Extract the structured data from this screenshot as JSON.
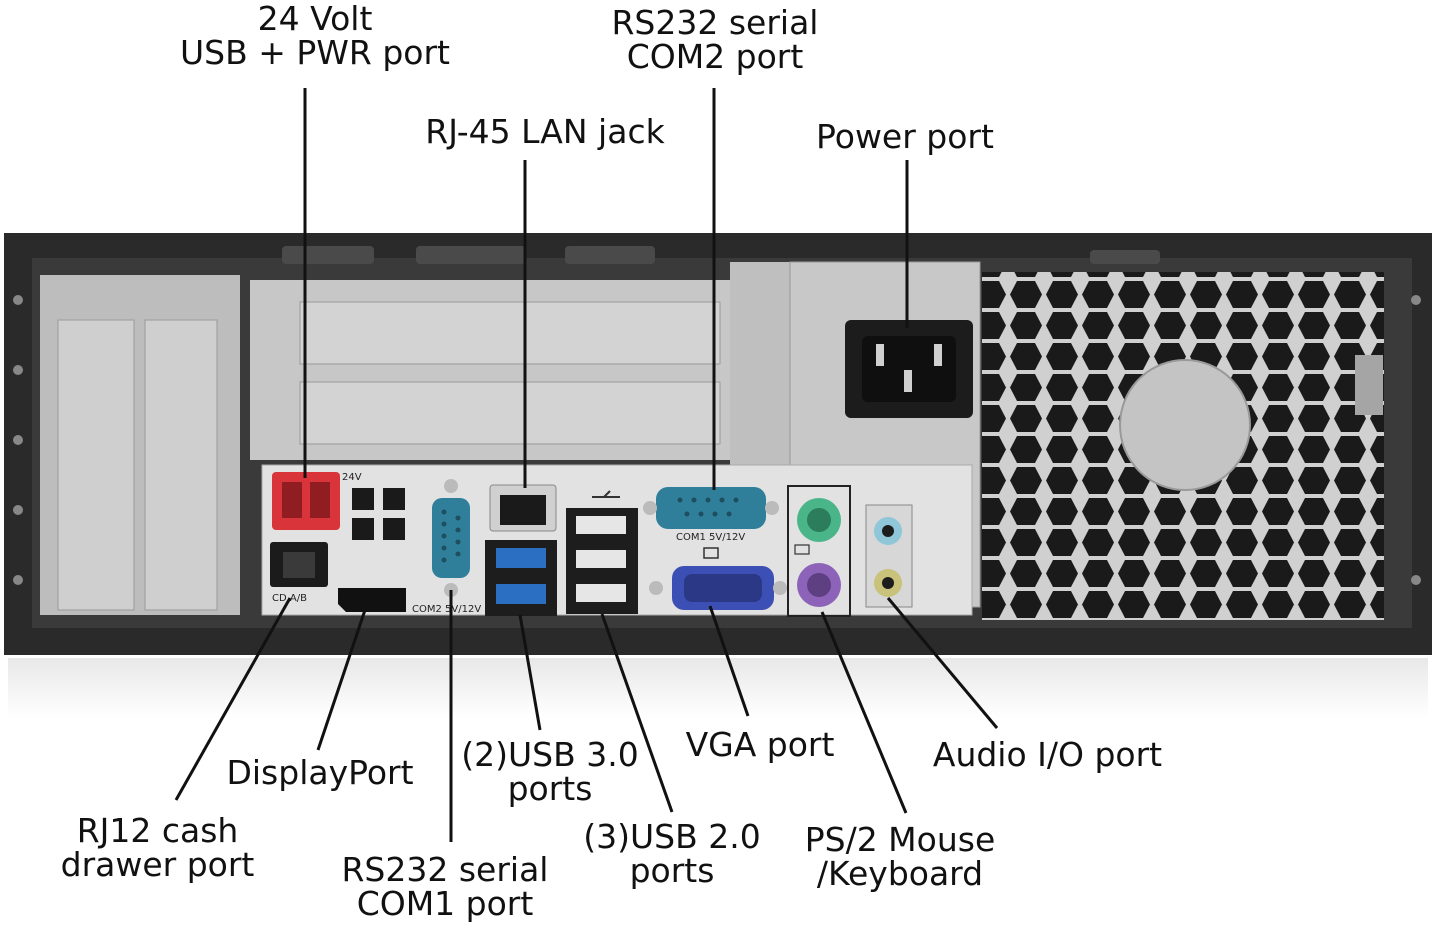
{
  "labels": {
    "usb_pwr": [
      "24 Volt",
      "USB + PWR port"
    ],
    "com2": [
      "RS232 serial",
      "COM2 port"
    ],
    "lan": [
      "RJ-45 LAN jack"
    ],
    "power": [
      "Power port"
    ],
    "displayport": [
      "DisplayPort"
    ],
    "rj12": [
      "RJ12 cash",
      "drawer port"
    ],
    "com1": [
      "RS232 serial",
      "COM1 port"
    ],
    "usb3": [
      "(2)USB 3.0",
      "ports"
    ],
    "usb2": [
      "(3)USB 2.0",
      "ports"
    ],
    "vga": [
      "VGA port"
    ],
    "ps2": [
      "PS/2 Mouse",
      "/Keyboard"
    ],
    "audio": [
      "Audio I/O port"
    ]
  },
  "panel_print": {
    "v24": "24V",
    "com1": "COM1 5V/12V",
    "com2": "COM2 5V/12V",
    "cd": "CD A/B"
  },
  "colors": {
    "chassis": "#2a2a2a",
    "metal": "#c9c9c9",
    "io_plate": "#e2e2e2",
    "usb_pwr": "#d8343a",
    "usb3": "#2a6fc2",
    "serial": "#2f7f9a",
    "vga": "#3c4fb5",
    "ps2_mouse": "#4bb58a",
    "ps2_keyboard": "#8c63b8",
    "audio_in": "#8fc7d8",
    "audio_out": "#c8c27a"
  },
  "icons": [
    "usb-icon",
    "displayport-icon",
    "monitor-icon",
    "keyboard-icon",
    "fan-icon"
  ]
}
